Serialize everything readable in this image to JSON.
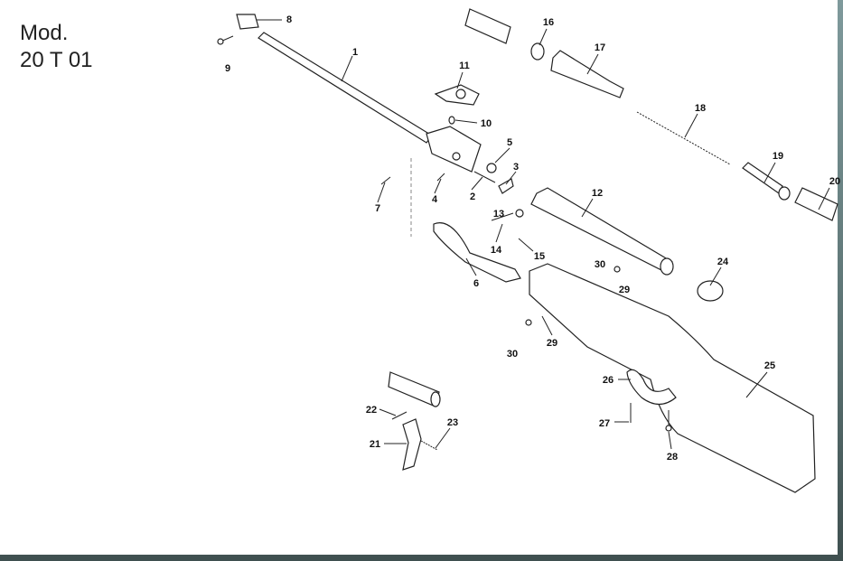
{
  "model": {
    "line1": "Mod.",
    "line2": "20 T 01"
  },
  "parts": {
    "p1": "1",
    "p2": "2",
    "p3": "3",
    "p4": "4",
    "p5": "5",
    "p6": "6",
    "p7": "7",
    "p8": "8",
    "p9": "9",
    "p10": "10",
    "p11": "11",
    "p12": "12",
    "p13": "13",
    "p14": "14",
    "p15": "15",
    "p16": "16",
    "p17": "17",
    "p18": "18",
    "p19": "19",
    "p20": "20",
    "p21": "21",
    "p22": "22",
    "p23": "23",
    "p24": "24",
    "p25": "25",
    "p26": "26",
    "p27": "27",
    "p28": "28",
    "p29a": "29",
    "p29b": "29",
    "p30a": "30",
    "p30b": "30"
  }
}
